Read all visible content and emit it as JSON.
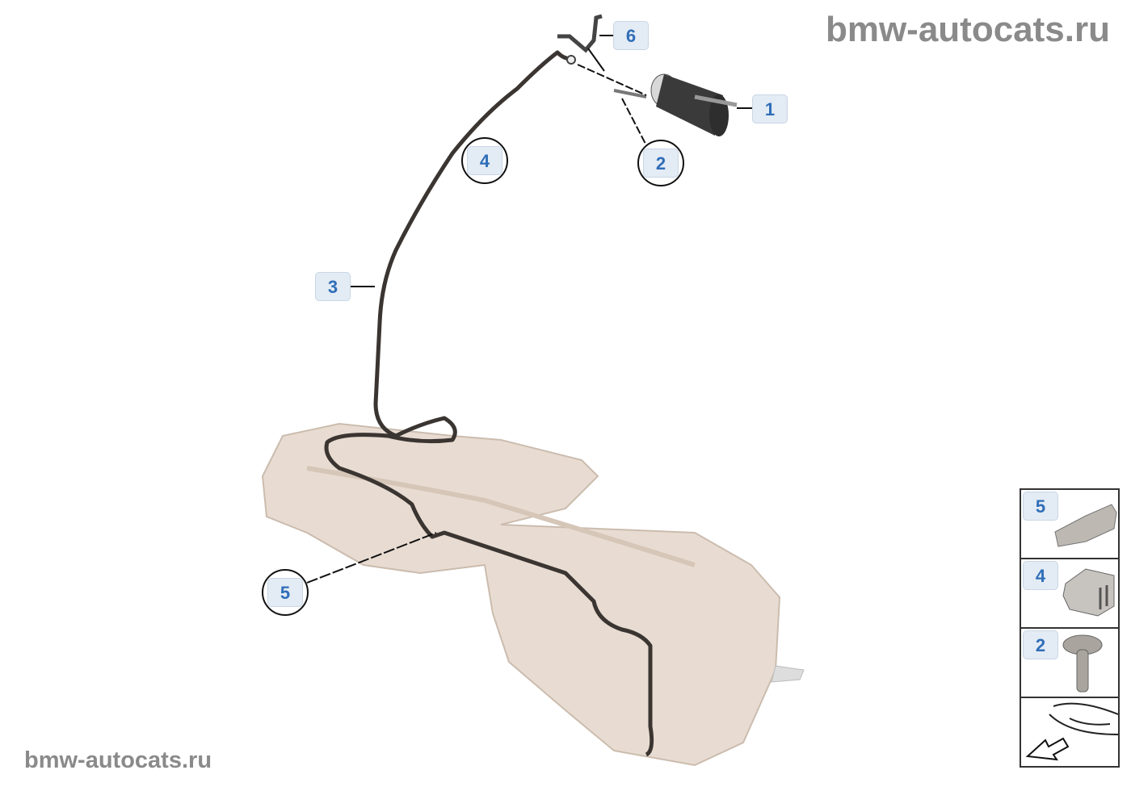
{
  "watermark_top": "bmw-autocats.ru",
  "watermark_bottom": "bmw-autocats.ru",
  "callouts": {
    "c1": "1",
    "c2": "2",
    "c3": "3",
    "c4": "4",
    "c5": "5",
    "c6": "6"
  },
  "side_panel": [
    {
      "label": "5",
      "part": "clip-holder"
    },
    {
      "label": "4",
      "part": "pipe-clip"
    },
    {
      "label": "2",
      "part": "hex-bolt"
    },
    {
      "label": "",
      "part": "vehicle-orientation"
    }
  ],
  "colors": {
    "tag_bg": "#e3ebf4",
    "tag_text": "#2f6eb8",
    "tank": "#e8dcd2",
    "pipe": "#3b3532"
  }
}
